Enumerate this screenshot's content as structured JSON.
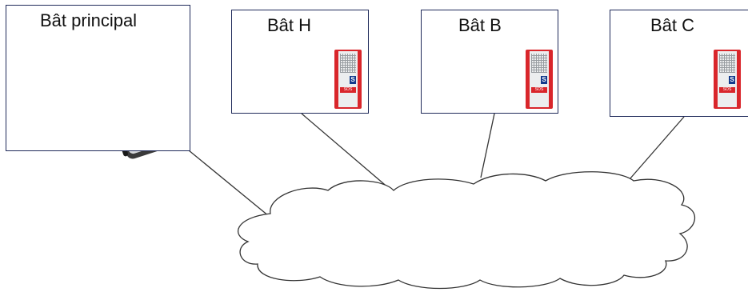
{
  "nodes": [
    {
      "id": "main",
      "label": "Bât principal",
      "device": "handheld-terminal-icon"
    },
    {
      "id": "h",
      "label": "Bât H",
      "device": "sos-intercom-icon"
    },
    {
      "id": "b",
      "label": "Bât B",
      "device": "sos-intercom-icon"
    },
    {
      "id": "c",
      "label": "Bât C",
      "device": "sos-intercom-icon"
    }
  ],
  "intercom": {
    "logo": "S",
    "button": "SOS"
  },
  "edges": [
    {
      "from": "main",
      "to": "network"
    },
    {
      "from": "h",
      "to": "network"
    },
    {
      "from": "b",
      "to": "network"
    },
    {
      "from": "c",
      "to": "network"
    }
  ],
  "colors": {
    "box_border": "#1f2a5a",
    "line": "#333333",
    "intercom_red": "#d9262b"
  }
}
